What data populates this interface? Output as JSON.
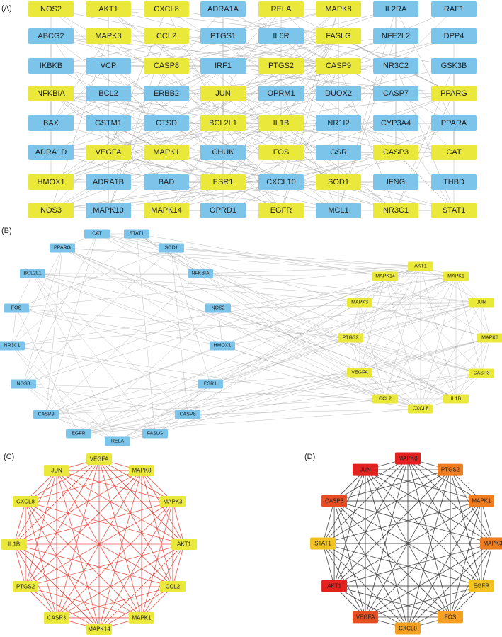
{
  "colors": {
    "blue": "#7cc4ea",
    "yellow": "#eae83a",
    "edge_gray": "#9a9a9a",
    "edge_red": "#e8433a",
    "edge_dark": "#3c3c3c",
    "d_red": "#e3221f",
    "d_redorange": "#e64d22",
    "d_orange": "#ee7d22",
    "d_lightorange": "#f4a020",
    "d_amber": "#f2c223",
    "d_yellow": "#f0df2e"
  },
  "panel_a": {
    "label": "(A)",
    "rows": [
      [
        [
          "NOS2",
          "yellow"
        ],
        [
          "AKT1",
          "yellow"
        ],
        [
          "CXCL8",
          "yellow"
        ],
        [
          "ADRA1A",
          "blue"
        ],
        [
          "RELA",
          "yellow"
        ],
        [
          "MAPK8",
          "yellow"
        ],
        [
          "IL2RA",
          "blue"
        ],
        [
          "RAF1",
          "blue"
        ]
      ],
      [
        [
          "ABCG2",
          "blue"
        ],
        [
          "MAPK3",
          "yellow"
        ],
        [
          "CCL2",
          "yellow"
        ],
        [
          "PTGS1",
          "blue"
        ],
        [
          "IL6R",
          "blue"
        ],
        [
          "FASLG",
          "yellow"
        ],
        [
          "NFE2L2",
          "blue"
        ],
        [
          "DPP4",
          "blue"
        ]
      ],
      [
        [
          "IKBKB",
          "blue"
        ],
        [
          "VCP",
          "blue"
        ],
        [
          "CASP8",
          "yellow"
        ],
        [
          "IRF1",
          "blue"
        ],
        [
          "PTGS2",
          "yellow"
        ],
        [
          "CASP9",
          "yellow"
        ],
        [
          "NR3C2",
          "blue"
        ],
        [
          "GSK3B",
          "blue"
        ]
      ],
      [
        [
          "NFKBIA",
          "yellow"
        ],
        [
          "BCL2",
          "blue"
        ],
        [
          "ERBB2",
          "blue"
        ],
        [
          "JUN",
          "yellow"
        ],
        [
          "OPRM1",
          "blue"
        ],
        [
          "DUOX2",
          "blue"
        ],
        [
          "CASP7",
          "blue"
        ],
        [
          "PPARG",
          "yellow"
        ]
      ],
      [
        [
          "BAX",
          "blue"
        ],
        [
          "GSTM1",
          "blue"
        ],
        [
          "CTSD",
          "blue"
        ],
        [
          "BCL2L1",
          "yellow"
        ],
        [
          "IL1B",
          "yellow"
        ],
        [
          "NR1I2",
          "blue"
        ],
        [
          "CYP3A4",
          "blue"
        ],
        [
          "PPARA",
          "blue"
        ]
      ],
      [
        [
          "ADRA1D",
          "blue"
        ],
        [
          "VEGFA",
          "yellow"
        ],
        [
          "MAPK1",
          "yellow"
        ],
        [
          "CHUK",
          "blue"
        ],
        [
          "FOS",
          "yellow"
        ],
        [
          "GSR",
          "blue"
        ],
        [
          "CASP3",
          "yellow"
        ],
        [
          "CAT",
          "yellow"
        ]
      ],
      [
        [
          "HMOX1",
          "yellow"
        ],
        [
          "ADRA1B",
          "blue"
        ],
        [
          "BAD",
          "blue"
        ],
        [
          "ESR1",
          "yellow"
        ],
        [
          "CXCL10",
          "blue"
        ],
        [
          "SOD1",
          "yellow"
        ],
        [
          "IFNG",
          "blue"
        ],
        [
          "THBD",
          "blue"
        ]
      ],
      [
        [
          "NOS3",
          "yellow"
        ],
        [
          "MAPK10",
          "blue"
        ],
        [
          "MAPK14",
          "yellow"
        ],
        [
          "OPRD1",
          "blue"
        ],
        [
          "EGFR",
          "yellow"
        ],
        [
          "MCL1",
          "blue"
        ],
        [
          "NR3C1",
          "yellow"
        ],
        [
          "STAT1",
          "yellow"
        ]
      ]
    ]
  },
  "panel_b": {
    "label": "(B)",
    "blue_outer": [
      "CAT",
      "STAT1",
      "SOD1",
      "NFKBIA",
      "PPARG",
      "BCL2L1",
      "FOS",
      "NR3C1",
      "NOS3",
      "CASP9",
      "EGFR",
      "RELA",
      "FASLG",
      "CASP8",
      "ESR1"
    ],
    "blue_inner": [
      "NOS2",
      "HMOX1"
    ],
    "yellow_outer": [
      "AKT1",
      "MAPK1",
      "JUN",
      "MAPK8",
      "CASP3",
      "IL1B",
      "CXCL8",
      "CCL2",
      "VEGFA",
      "PTGS2",
      "MAPK3",
      "MAPK14"
    ]
  },
  "panel_c": {
    "label": "(C)",
    "nodes": [
      "VEGFA",
      "MAPK8",
      "MAPK3",
      "AKT1",
      "CCL2",
      "MAPK1",
      "MAPK14",
      "CASP3",
      "PTGS2",
      "IL1B",
      "CXCL8",
      "JUN"
    ]
  },
  "panel_d": {
    "label": "(D)",
    "nodes": [
      [
        "MAPK8",
        "d_red"
      ],
      [
        "PTGS2",
        "d_orange"
      ],
      [
        "MAPK1",
        "d_orange"
      ],
      [
        "MAPK3",
        "d_orange"
      ],
      [
        "EGFR",
        "d_amber"
      ],
      [
        "FOS",
        "d_lightorange"
      ],
      [
        "CXCL8",
        "d_lightorange"
      ],
      [
        "VEGFA",
        "d_redorange"
      ],
      [
        "AKT1",
        "d_red"
      ],
      [
        "STAT1",
        "d_amber"
      ],
      [
        "CASP3",
        "d_redorange"
      ],
      [
        "JUN",
        "d_red"
      ]
    ]
  }
}
